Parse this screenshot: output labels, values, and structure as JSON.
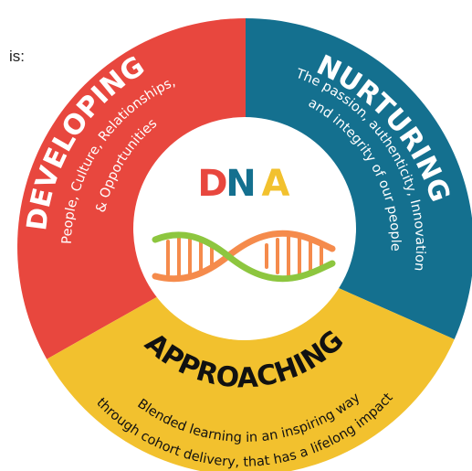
{
  "fragment_text": "is:",
  "center": {
    "letters": [
      {
        "char": "D",
        "color": "#e8473e"
      },
      {
        "char": "N",
        "color": "#14708f"
      },
      {
        "char": "A",
        "color": "#f2c12e"
      }
    ]
  },
  "sections": {
    "developing": {
      "title": "DEVELOPING",
      "subtitle_line1": "People, Culture, Relationships,",
      "subtitle_line2": "& Opportunities",
      "color": "#e8473e"
    },
    "nurturing": {
      "title": "NURTURING",
      "subtitle_line1": "The passion, authenticity, Innovation",
      "subtitle_line2": "and integrity of our people",
      "color": "#14708f"
    },
    "approaching": {
      "title": "APPROACHING",
      "subtitle_line1": "Blended learning in an inspiring way",
      "subtitle_line2": "through cohort delivery, that has a lifelong impact",
      "color": "#f2c12e"
    }
  },
  "helix_colors": {
    "strand_a": "#f58b4c",
    "strand_b": "#8dc63f",
    "rungs": "#f58b4c"
  }
}
